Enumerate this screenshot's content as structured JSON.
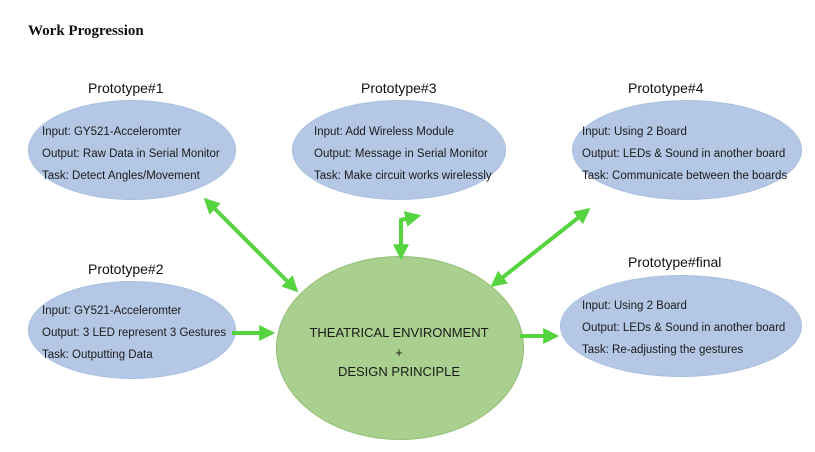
{
  "title": "Work Progression",
  "prototypes": [
    {
      "name": "Prototype#1",
      "input": "Input: GY521-Acceleromter",
      "output": "Output: Raw Data in Serial Monitor",
      "task": "Task: Detect Angles/Movement"
    },
    {
      "name": "Prototype#2",
      "input": "Input: GY521-Acceleromter",
      "output": "Output: 3 LED represent 3 Gestures",
      "task": "Task: Outputting Data"
    },
    {
      "name": "Prototype#3",
      "input": "Input: Add Wireless Module",
      "output": "Output: Message in Serial Monitor",
      "task": "Task: Make circuit works wirelessly"
    },
    {
      "name": "Prototype#4",
      "input": "Input: Using 2 Board",
      "output": "Output: LEDs & Sound in another board",
      "task": "Task: Communicate between the boards"
    },
    {
      "name": "Prototype#final",
      "input": "Input: Using 2 Board",
      "output": "Output: LEDs & Sound in another board",
      "task": "Task: Re-adjusting the gestures"
    }
  ],
  "center": {
    "line1": "THEATRICAL ENVIRONMENT",
    "line2": "+",
    "line3": "DESIGN PRINCIPLE"
  },
  "colors": {
    "prototype_fill": "#b4c8e6",
    "center_fill": "#a9d08e",
    "arrow": "#55d43f"
  }
}
